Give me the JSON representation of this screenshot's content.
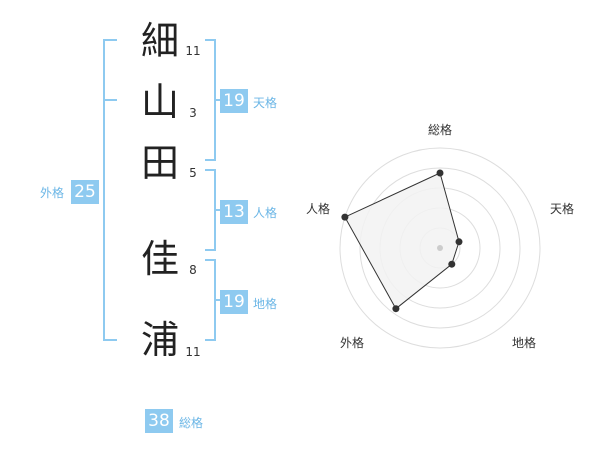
{
  "colors": {
    "bracket": "#8ecaf0",
    "badge": "#8ecaf0",
    "label": "#6bb6e6",
    "text": "#222222",
    "radar_fill": "#f2f2f2",
    "radar_stroke": "#333333",
    "grid": "#dddddd"
  },
  "name": {
    "characters": [
      {
        "char": "細",
        "strokes": "11"
      },
      {
        "char": "山",
        "strokes": "3"
      },
      {
        "char": "田",
        "strokes": "5"
      },
      {
        "char": "佳",
        "strokes": "8"
      },
      {
        "char": "浦",
        "strokes": "11"
      }
    ]
  },
  "fortunes": {
    "tenkaku": {
      "label": "天格",
      "value": "19"
    },
    "jinkaku": {
      "label": "人格",
      "value": "13"
    },
    "chikaku": {
      "label": "地格",
      "value": "19"
    },
    "gaikaku": {
      "label": "外格",
      "value": "25"
    },
    "soukaku": {
      "label": "総格",
      "value": "38"
    }
  },
  "chart_data": {
    "type": "radar",
    "axes": [
      "総格",
      "天格",
      "地格",
      "外格",
      "人格"
    ],
    "values": [
      0.75,
      0.2,
      0.2,
      0.75,
      1.0
    ],
    "range": [
      0,
      1
    ]
  }
}
